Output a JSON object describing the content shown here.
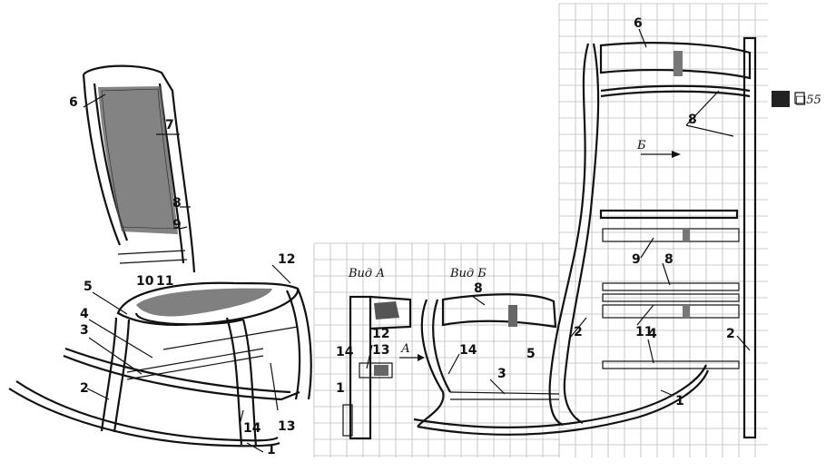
{
  "figure": {
    "perspective_labels": [
      "6",
      "7",
      "8",
      "9",
      "5",
      "10",
      "11",
      "4",
      "3",
      "12",
      "2",
      "14",
      "13",
      "1"
    ],
    "view_a": {
      "title": "Вид А",
      "labels": [
        "12",
        "13",
        "14",
        "1"
      ],
      "arrow_label": "А"
    },
    "view_b": {
      "title": "Вид Б",
      "labels": [
        "8",
        "14",
        "5",
        "3"
      ]
    },
    "side_view": {
      "labels": [
        "6",
        "8",
        "2",
        "9",
        "8",
        "11",
        "4",
        "2",
        "1"
      ],
      "arrow_label": "Б"
    },
    "scale": {
      "label": "□55",
      "fill_color": "#222222"
    }
  }
}
